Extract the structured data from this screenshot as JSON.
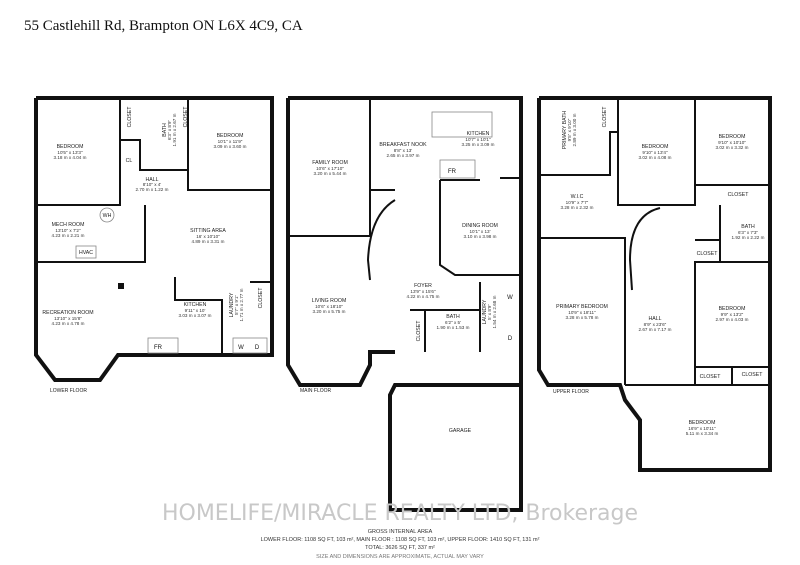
{
  "title": "55 Castlehill Rd, Brampton ON L6X 4C9, CA",
  "lower_floor": {
    "label": "LOWER FLOOR",
    "rooms": [
      {
        "name": "BEDROOM",
        "imp": "10'5\" x 13'3\"",
        "met": "3.18 m x 4.04 m"
      },
      {
        "name": "BEDROOM",
        "imp": "10'1\" x 11'9\"",
        "met": "3.09 m x 3.60 m"
      },
      {
        "name": "BATH",
        "imp": "6'3\" x 8'9\"",
        "met": "1.91 m x 2.67 m"
      },
      {
        "name": "HALL",
        "imp": "8'10\" x 4'",
        "met": "2.70 m x 1.22 m"
      },
      {
        "name": "MECH ROOM",
        "imp": "13'10\" x 7'2\"",
        "met": "4.23 m x 2.21 m"
      },
      {
        "name": "SITTING AREA",
        "imp": "16' x 10'10\"",
        "met": "4.89 m x 3.31 m"
      },
      {
        "name": "RECREATION ROOM",
        "imp": "13'10\" x 15'8\"",
        "met": "4.23 m x 4.78 m"
      },
      {
        "name": "KITCHEN",
        "imp": "9'11\" x 10'",
        "met": "3.03 m x 3.07 m"
      },
      {
        "name": "LAUNDRY",
        "imp": "5'7\" x 9'1\"",
        "met": "1.71 m x 2.77 m"
      }
    ],
    "tags": [
      "CLOSET",
      "CLOSET",
      "CL",
      "WH",
      "HVAC",
      "CLOSET",
      "FR",
      "W",
      "D"
    ]
  },
  "main_floor": {
    "label": "MAIN FLOOR",
    "rooms": [
      {
        "name": "FAMILY ROOM",
        "imp": "10'6\" x 17'10\"",
        "met": "3.20 m x 5.44 m"
      },
      {
        "name": "BREAKFAST NOOK",
        "imp": "8'8\" x 13'",
        "met": "2.65 m x 3.97 m"
      },
      {
        "name": "KITCHEN",
        "imp": "10'7\" x 10'1\"",
        "met": "3.25 m x 3.09 m"
      },
      {
        "name": "DINING ROOM",
        "imp": "10'1\" x 13'",
        "met": "3.10 m x 3.98 m"
      },
      {
        "name": "FOYER",
        "imp": "13'9\" x 15'6\"",
        "met": "4.22 m x 4.75 m"
      },
      {
        "name": "LIVING ROOM",
        "imp": "10'6\" x 18'10\"",
        "met": "3.20 m x 5.75 m"
      },
      {
        "name": "BATH",
        "imp": "6'2\" x 5'",
        "met": "1.90 m x 1.53 m"
      },
      {
        "name": "LAUNDRY",
        "imp": "5' x 8'9\"",
        "met": "1.54 m x 2.68 m"
      }
    ],
    "tags": [
      "FR",
      "CLOSET",
      "W",
      "D",
      "GARAGE"
    ]
  },
  "upper_floor": {
    "label": "UPPER FLOOR",
    "rooms": [
      {
        "name": "PRIMARY BATH",
        "imp": "9'5\" x 9'10\"",
        "met": "2.89 m x 3.00 m"
      },
      {
        "name": "BEDROOM",
        "imp": "9'10\" x 13'4\"",
        "met": "3.02 m x 4.08 m"
      },
      {
        "name": "BEDROOM",
        "imp": "9'10\" x 10'10\"",
        "met": "3.02 m x 3.32 m"
      },
      {
        "name": "W.I.C",
        "imp": "10'9\" x 7'7\"",
        "met": "3.28 m x 2.32 m"
      },
      {
        "name": "BATH",
        "imp": "6'3\" x 7'3\"",
        "met": "1.92 m x 2.22 m"
      },
      {
        "name": "PRIMARY BEDROOM",
        "imp": "10'9\" x 18'11\"",
        "met": "3.28 m x 5.78 m"
      },
      {
        "name": "HALL",
        "imp": "8'9\" x 23'6\"",
        "met": "2.67 m x 7.17 m"
      },
      {
        "name": "BEDROOM",
        "imp": "9'9\" x 13'2\"",
        "met": "2.97 m x 4.03 m"
      },
      {
        "name": "BEDROOM",
        "imp": "16'9\" x 10'11\"",
        "met": "5.11 m x 3.34 m"
      }
    ],
    "tags": [
      "CLOSET",
      "CLOSET",
      "CLOSET",
      "CLOSET",
      "CLOSET"
    ]
  },
  "watermark": "HOMELIFE/MIRACLE REALTY LTD, Brokerage",
  "footer": {
    "heading": "GROSS INTERNAL AREA",
    "floors": "LOWER FLOOR: 1108 SQ FT, 103 m², MAIN FLOOR : 1108 SQ FT, 103 m², UPPER FLOOR: 1410 SQ FT, 131 m²",
    "total": "TOTAL: 3626 SQ FT, 337 m²",
    "note": "SIZE AND DIMENSIONS ARE APPROXIMATE, ACTUAL MAY VARY"
  }
}
